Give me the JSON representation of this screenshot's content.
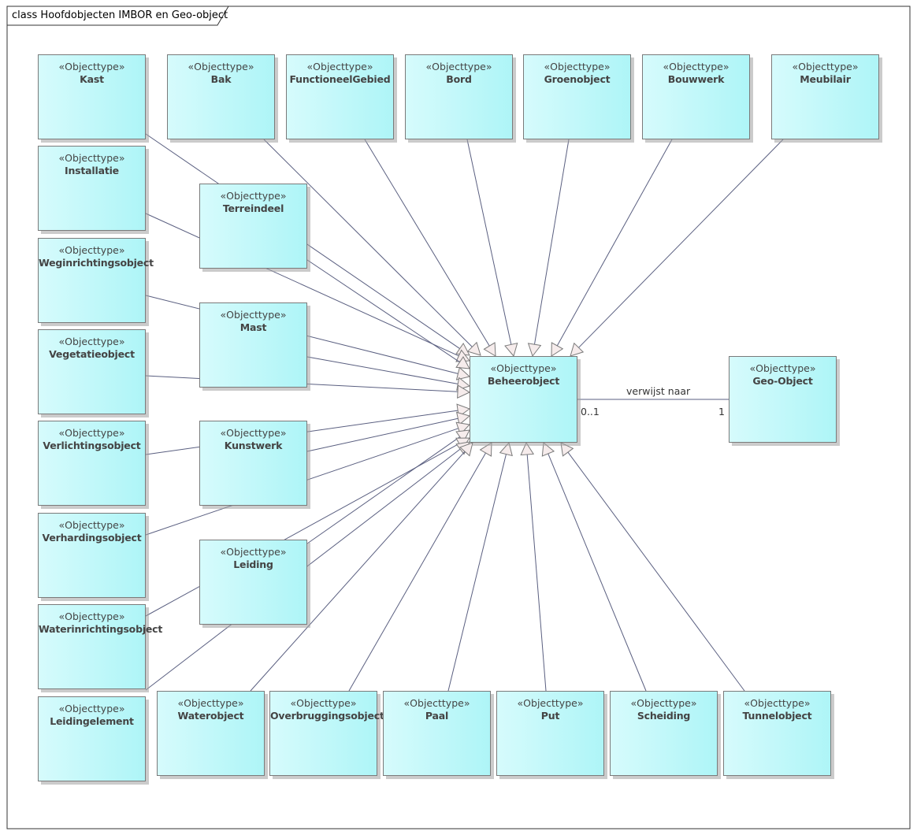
{
  "frame": {
    "keyword": "class",
    "name": "Hoofdobjecten IMBOR en Geo-object"
  },
  "stereotype": "«Objecttype»",
  "classes": {
    "kast": "Kast",
    "bak": "Bak",
    "functioneelgebied": "FunctioneelGebied",
    "bord": "Bord",
    "groenobject": "Groenobject",
    "bouwwerk": "Bouwwerk",
    "meubilair": "Meubilair",
    "installatie": "Installatie",
    "terreindeel": "Terreindeel",
    "weginrichtingsobject": "Weginrichtingsobject",
    "mast": "Mast",
    "vegetatieobject": "Vegetatieobject",
    "verlichtingsobject": "Verlichtingsobject",
    "kunstwerk": "Kunstwerk",
    "verhardingsobject": "Verhardingsobject",
    "leiding": "Leiding",
    "waterinrichtingsobject": "Waterinrichtingsobject",
    "leidingelement": "Leidingelement",
    "waterobject": "Waterobject",
    "overbruggingsobject": "Overbruggingsobject",
    "paal": "Paal",
    "put": "Put",
    "scheiding": "Scheiding",
    "tunnelobject": "Tunnelobject",
    "beheerobject": "Beheerobject",
    "geoobject": "Geo-Object"
  },
  "association": {
    "label": "verwijst naar",
    "source_multiplicity": "0..1",
    "target_multiplicity": "1"
  },
  "colors": {
    "box_fill_start": "#d6fbfc",
    "box_fill_end": "#aef5f7",
    "line": "#5a5f80",
    "arrowhead_fill": "#f6ecec"
  }
}
